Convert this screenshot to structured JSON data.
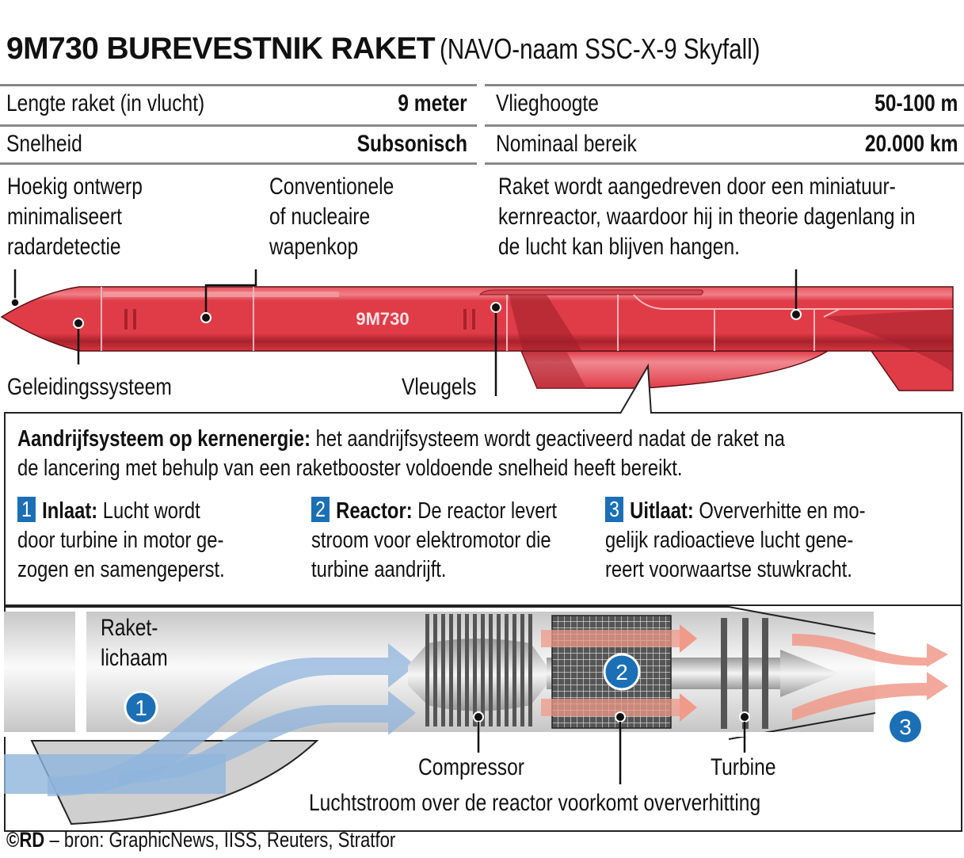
{
  "title": {
    "main": "9M730 BUREVESTNIK RAKET",
    "sub": "(NAVO-naam SSC-X-9 Skyfall)"
  },
  "specs": {
    "left": [
      {
        "label": "Lengte raket (in vlucht)",
        "value": "9 meter"
      },
      {
        "label": "Snelheid",
        "value": "Subsonisch"
      }
    ],
    "right": [
      {
        "label": "Vlieghoogte",
        "value": "50-100 m"
      },
      {
        "label": "Nominaal bereik",
        "value": "20.000 km"
      }
    ]
  },
  "callouts": {
    "design": [
      "Hoekig ontwerp",
      "minimaliseert",
      "radardetectie"
    ],
    "warhead": [
      "Conventionele",
      "of nucleaire",
      "wapenkop"
    ],
    "reactor": [
      "Raket wordt aangedreven door een miniatuur-",
      "kernreactor, waardoor hij in theorie dagenlang in",
      "de lucht kan blijven hangen."
    ],
    "guidance": "Geleidingssysteem",
    "wings": "Vleugels"
  },
  "missile": {
    "marking": "9M730",
    "body_color": "#e03c48",
    "shadow_color": "#b02530"
  },
  "propulsion": {
    "heading": "Aandrijfsysteem op kernenergie:",
    "text_line1": "het aandrijfsysteem wordt geactiveerd nadat de raket  na",
    "text_line2": "de lancering met behulp van een raketbooster voldoende snelheid heeft bereikt.",
    "steps": [
      {
        "num": "1",
        "title": "Inlaat:",
        "lines": [
          "Lucht wordt",
          "door turbine in motor ge-",
          "zogen en samengeperst."
        ]
      },
      {
        "num": "2",
        "title": "Reactor:",
        "lines": [
          "De reactor levert",
          "stroom voor elektromotor die",
          "turbine aandrijft."
        ]
      },
      {
        "num": "3",
        "title": "Uitlaat:",
        "lines": [
          "Oververhitte en mo-",
          "gelijk radioactieve lucht gene-",
          "reert voorwaartse stuwkracht."
        ]
      }
    ],
    "badge_color": "#1a6fb5"
  },
  "engine": {
    "body_label": [
      "Raket-",
      "lichaam"
    ],
    "compressor": "Compressor",
    "turbine": "Turbine",
    "airflow": "Luchtstroom over de reactor voorkomt oververhitting",
    "markers": [
      "1",
      "2",
      "3"
    ],
    "intake_color": "#8fb4dc",
    "exhaust_color": "#f09a8a"
  },
  "footer": {
    "copyright": "©RD",
    "source": " – bron: GraphicNews, IISS, Reuters, Stratfor"
  }
}
